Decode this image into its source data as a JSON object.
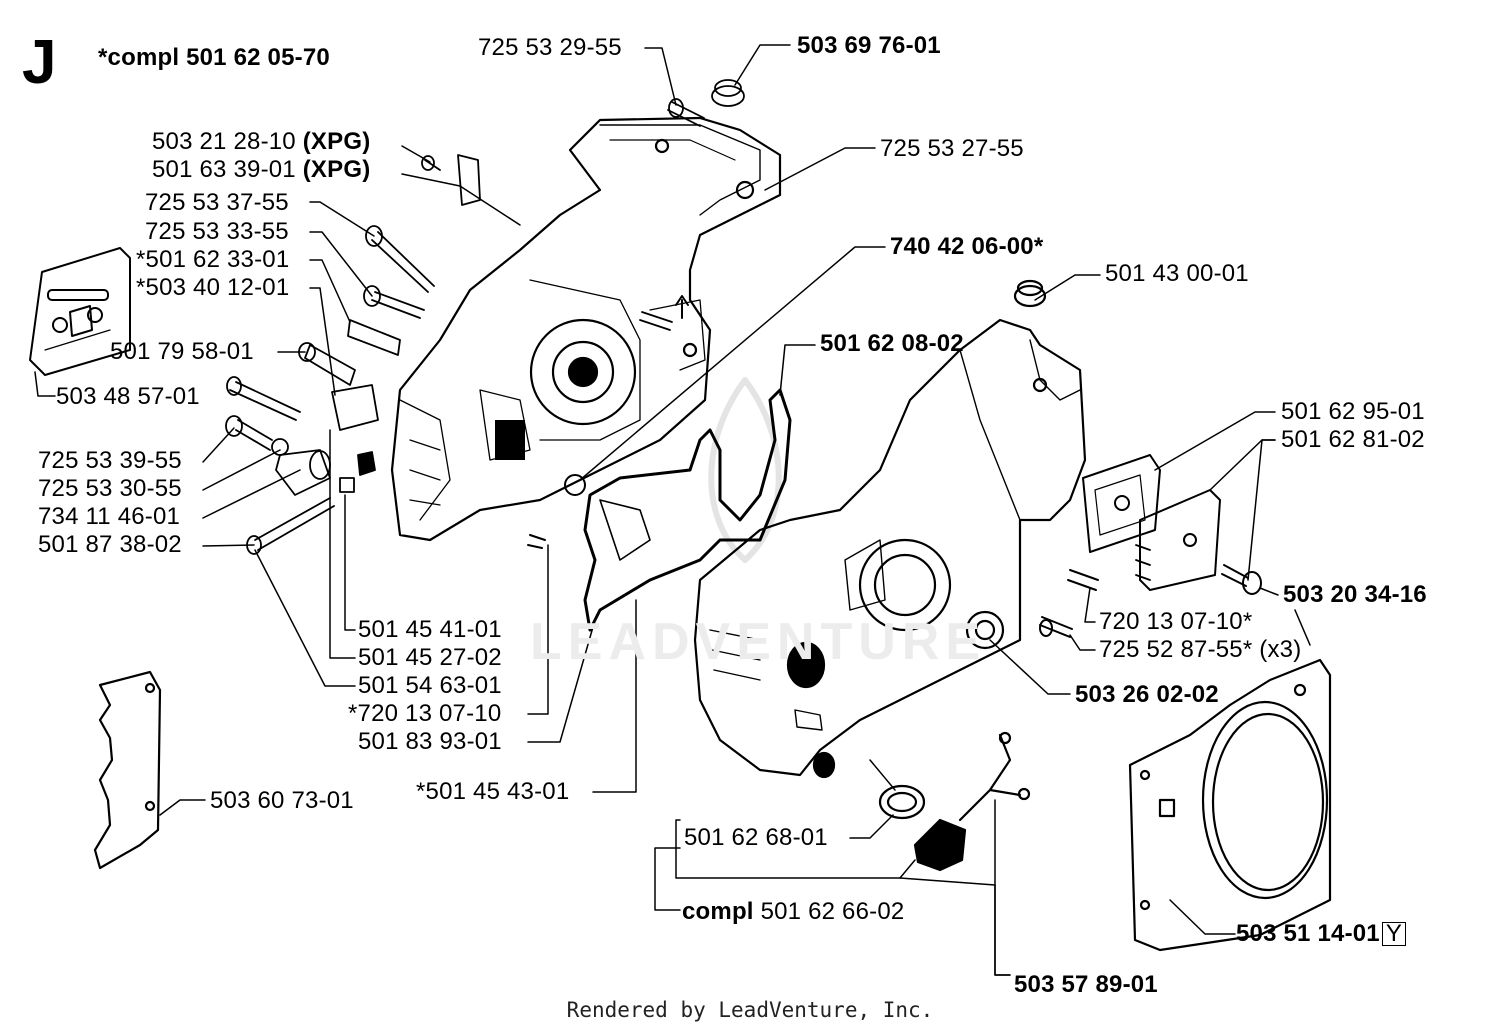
{
  "section": "J",
  "footer": "Rendered by LeadVenture, Inc.",
  "labels": {
    "compl_top": "*compl 501 62 05-70",
    "p_725532955": "725 53 29-55",
    "p_503697601": "503 69 76-01",
    "p_725532755": "725 53 27-55",
    "p_503212810": "503 21 28-10",
    "p_501633901": "501 63 39-01",
    "xpg": "(XPG)",
    "p_725533755": "725 53 37-55",
    "p_725533355": "725 53 33-55",
    "p_501623301": "*501 62 33-01",
    "p_503401201": "*503 40 12-01",
    "p_501795801": "501 79 58-01",
    "p_503485701": "503 48 57-01",
    "p_740420600": "740 42 06-00*",
    "p_501430001": "501 43 00-01",
    "p_501620802": "501 62 08-02",
    "p_501629501": "501 62 95-01",
    "p_501628102": "501 62 81-02",
    "p_725533955": "725 53 39-55",
    "p_725533055": "725 53 30-55",
    "p_734114601": "734 11 46-01",
    "p_501873802": "501 87 38-02",
    "p_503203416": "503 20 34-16",
    "p_720130710s": "720 13 07-10*",
    "p_725528755": "725 52 87-55* (x3)",
    "p_501454101": "501 45 41-01",
    "p_501452702": "501 45 27-02",
    "p_501546301": "501 54 63-01",
    "p_720130710p": "*720 13 07-10",
    "p_501839301": "501 83 93-01",
    "p_503260202": "503 26 02-02",
    "p_503607301": "503 60 73-01",
    "p_501454301": "*501 45 43-01",
    "p_501626801": "501 62 68-01",
    "compl_word": "compl",
    "p_501626602": "501 62 66-02",
    "p_503511401": "503 51 14-01",
    "y_box": "Y",
    "p_503578901": "503 57 89-01"
  }
}
